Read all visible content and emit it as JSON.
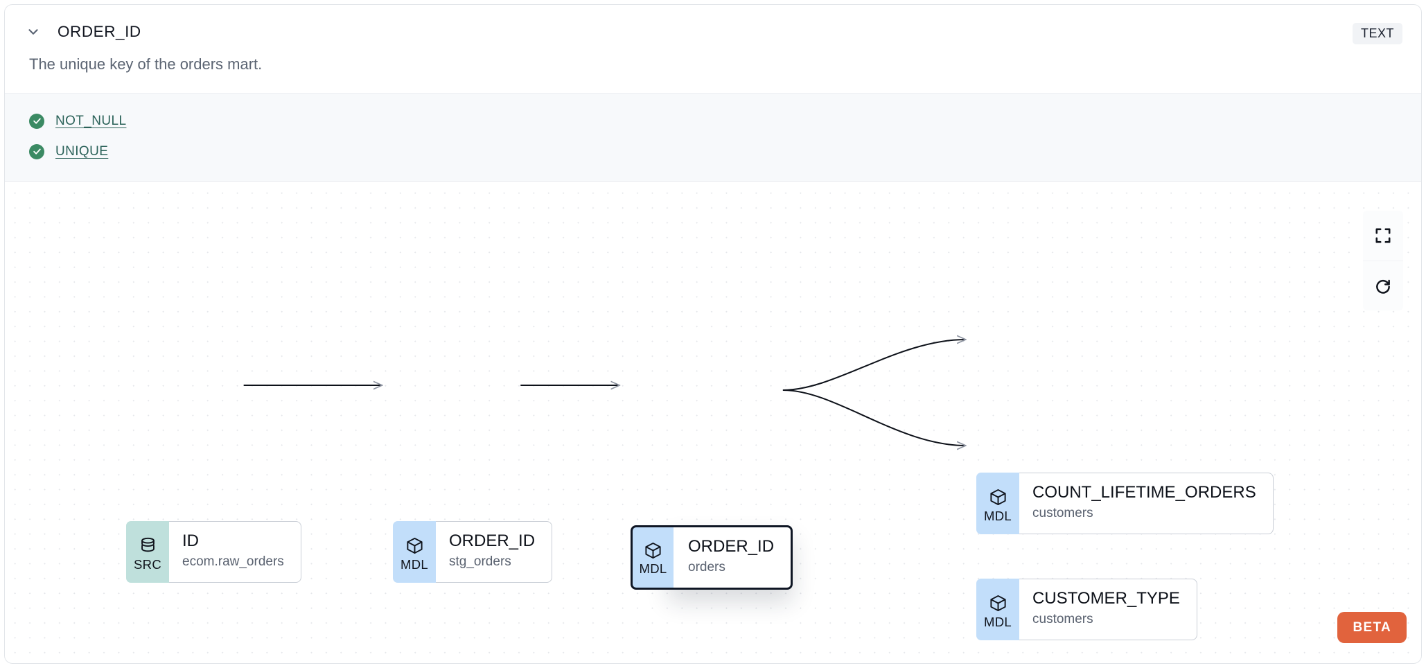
{
  "column_panel": {
    "title": "ORDER_ID",
    "type_badge": "TEXT",
    "description": "The unique key of the orders mart.",
    "collapse_icon": "chevron-down-icon",
    "accent_green": "#3b8a63",
    "link_color": "#2b6259",
    "tests": [
      {
        "label": "NOT_NULL",
        "status": "pass",
        "status_icon": "check-circle-icon"
      },
      {
        "label": "UNIQUE",
        "status": "pass",
        "status_icon": "check-circle-icon"
      }
    ]
  },
  "lineage": {
    "beta_badge": "BETA",
    "beta_color": "#e1633d",
    "controls": [
      {
        "name": "fit-view-button",
        "icon": "fullscreen-icon"
      },
      {
        "name": "refresh-button",
        "icon": "refresh-icon"
      }
    ],
    "nodes": [
      {
        "id": "src-id",
        "kind": "SRC",
        "kind_icon": "database-icon",
        "name": "ID",
        "subtitle": "ecom.raw_orders",
        "selected": false,
        "badge_color": "#bfe0dc"
      },
      {
        "id": "mdl-stg-orders",
        "kind": "MDL",
        "kind_icon": "cube-icon",
        "name": "ORDER_ID",
        "subtitle": "stg_orders",
        "selected": false,
        "badge_color": "#c2defa"
      },
      {
        "id": "mdl-orders",
        "kind": "MDL",
        "kind_icon": "cube-icon",
        "name": "ORDER_ID",
        "subtitle": "orders",
        "selected": true,
        "badge_color": "#c2defa"
      },
      {
        "id": "mdl-count-lifetime-orders",
        "kind": "MDL",
        "kind_icon": "cube-icon",
        "name": "COUNT_LIFETIME_ORDERS",
        "subtitle": "customers",
        "selected": false,
        "badge_color": "#c2defa"
      },
      {
        "id": "mdl-customer-type",
        "kind": "MDL",
        "kind_icon": "cube-icon",
        "name": "CUSTOMER_TYPE",
        "subtitle": "customers",
        "selected": false,
        "badge_color": "#c2defa"
      }
    ],
    "edges": [
      {
        "from": "src-id",
        "to": "mdl-stg-orders",
        "style": "straight"
      },
      {
        "from": "mdl-stg-orders",
        "to": "mdl-orders",
        "style": "straight"
      },
      {
        "from": "mdl-orders",
        "to": "mdl-count-lifetime-orders",
        "style": "bezier"
      },
      {
        "from": "mdl-orders",
        "to": "mdl-customer-type",
        "style": "bezier"
      }
    ]
  }
}
